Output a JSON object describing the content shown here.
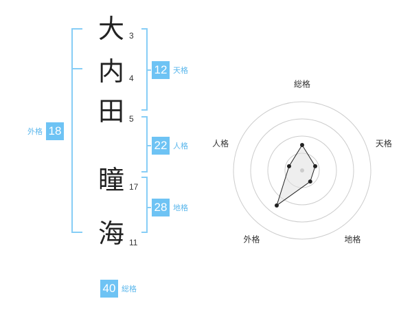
{
  "name": {
    "chars": [
      {
        "char": "大",
        "strokes": "3"
      },
      {
        "char": "内",
        "strokes": "4"
      },
      {
        "char": "田",
        "strokes": "5"
      },
      {
        "char": "瞳",
        "strokes": "17"
      },
      {
        "char": "海",
        "strokes": "11"
      }
    ]
  },
  "scores": {
    "tenkaku": {
      "value": "12",
      "label": "天格"
    },
    "jinkaku": {
      "value": "22",
      "label": "人格"
    },
    "chikaku": {
      "value": "28",
      "label": "地格"
    },
    "gaikaku": {
      "value": "18",
      "label": "外格"
    },
    "soukaku": {
      "value": "40",
      "label": "総格"
    }
  },
  "radar": {
    "axes": [
      "総格",
      "天格",
      "地格",
      "外格",
      "人格"
    ],
    "levels": 4,
    "values": [
      0.37,
      0.2,
      0.2,
      0.63,
      0.2
    ],
    "line_color": "#222222",
    "fill_color": "#dddddd",
    "ring_color": "#cccccc"
  },
  "colors": {
    "accent": "#6ec3f4",
    "bracket": "#86cdf6"
  }
}
